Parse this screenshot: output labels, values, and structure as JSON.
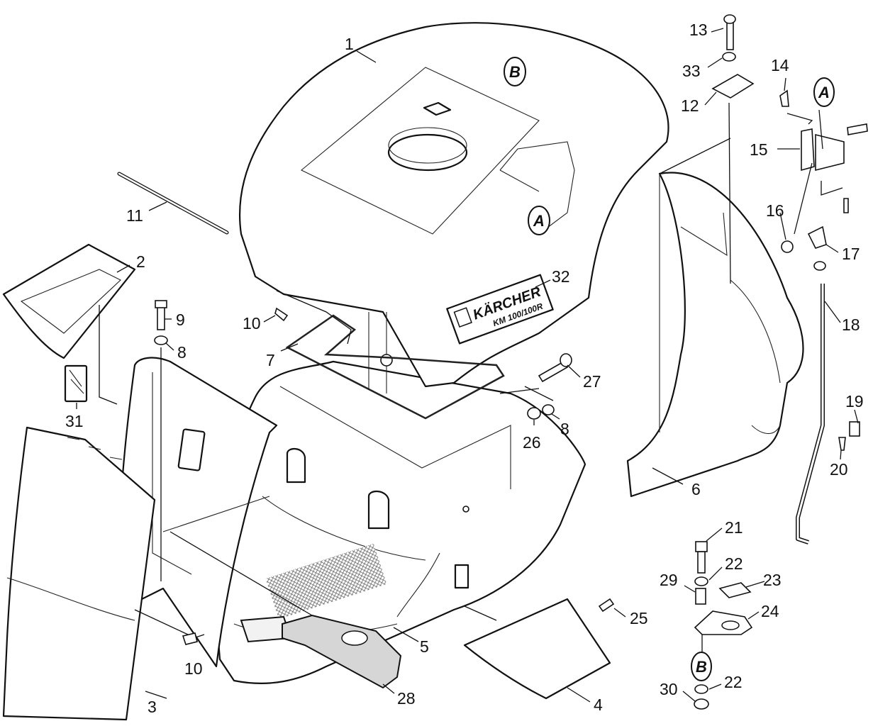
{
  "diagram": {
    "part_numbers": [
      "1",
      "2",
      "3",
      "4",
      "5",
      "6",
      "7",
      "8",
      "9",
      "10",
      "11",
      "12",
      "13",
      "14",
      "15",
      "16",
      "17",
      "18",
      "19",
      "20",
      "21",
      "22",
      "23",
      "24",
      "25",
      "26",
      "27",
      "28",
      "29",
      "30",
      "31",
      "32",
      "33"
    ],
    "labels": {
      "p1": "1",
      "p2": "2",
      "p3": "3",
      "p4": "4",
      "p5": "5",
      "p6": "6",
      "p7": "7",
      "p8a": "8",
      "p8b": "8",
      "p9": "9",
      "p10a": "10",
      "p10b": "10",
      "p11": "11",
      "p12": "12",
      "p13": "13",
      "p14": "14",
      "p15": "15",
      "p16": "16",
      "p17": "17",
      "p18": "18",
      "p19": "19",
      "p20": "20",
      "p21": "21",
      "p22a": "22",
      "p22b": "22",
      "p23": "23",
      "p24": "24",
      "p25": "25",
      "p26": "26",
      "p27": "27",
      "p28": "28",
      "p29": "29",
      "p30": "30",
      "p31": "31",
      "p32": "32",
      "p33": "33"
    },
    "callouts": {
      "a_cover": "A",
      "b_cover": "B",
      "a_bracket": "A",
      "b_bracket": "B"
    },
    "decal": {
      "brand": "KÄRCHER",
      "model": "KM 100/100R"
    }
  }
}
